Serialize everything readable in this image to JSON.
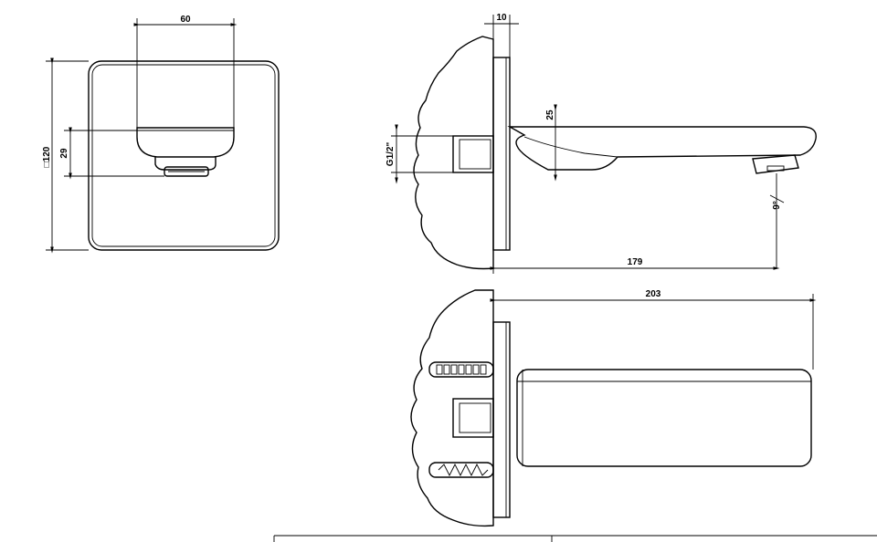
{
  "dimensions": {
    "spout_width": "60",
    "plate_size": "□120",
    "spout_height": "29",
    "plate_thickness": "10",
    "spout_thickness": "25",
    "thread": "G1/2\"",
    "aerator_angle": "9°",
    "projection": "179",
    "total_depth": "203"
  },
  "colors": {
    "line": "#000000",
    "background": "#ffffff"
  }
}
